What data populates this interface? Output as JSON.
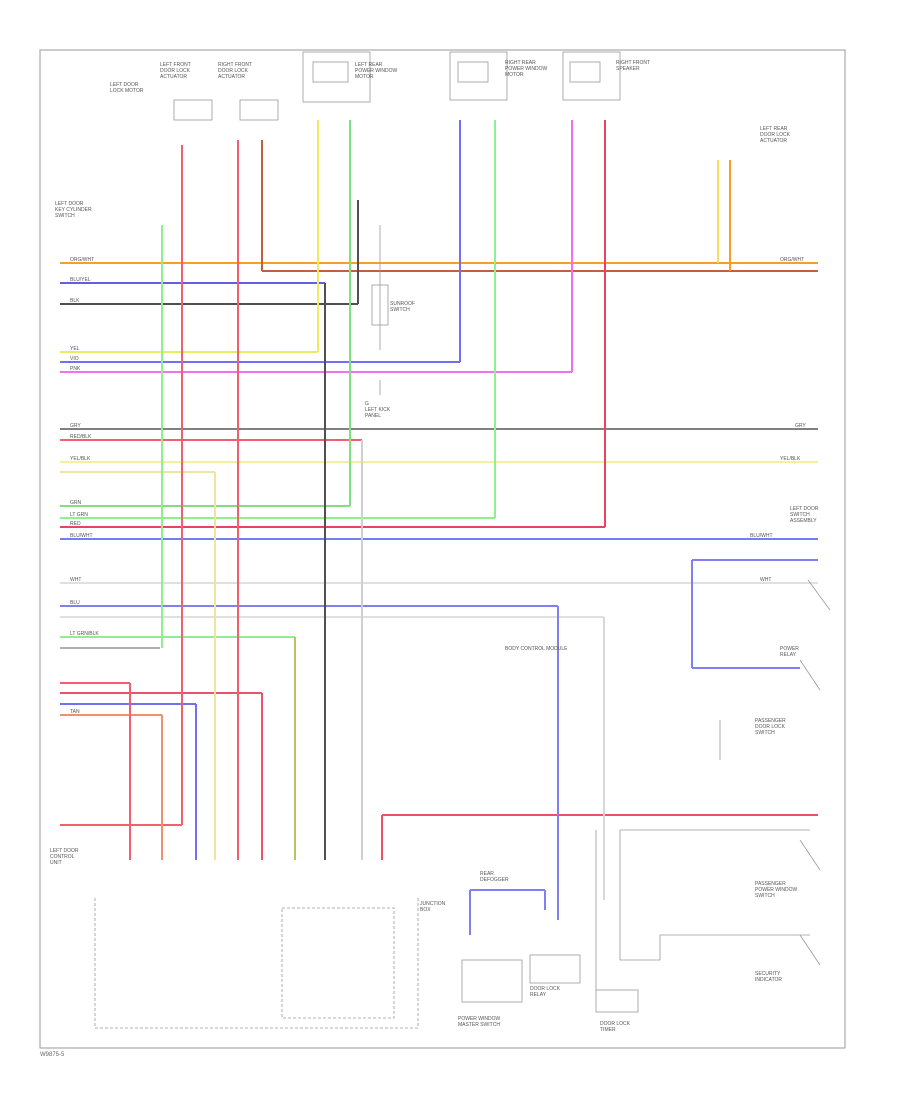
{
  "diagram": {
    "footer_code": "W9875-5",
    "components": {
      "lf_door_lock_actuator": [
        "LEFT FRONT",
        "DOOR LOCK",
        "ACTUATOR"
      ],
      "rf_door_lock_actuator": [
        "RIGHT FRONT",
        "DOOR LOCK",
        "ACTUATOR"
      ],
      "left_door_lock_motor": [
        "LEFT DOOR",
        "LOCK MOTOR"
      ],
      "left_door_key_cylinder": [
        "LEFT DOOR",
        "KEY CYLINDER",
        "SWITCH"
      ],
      "lr_power_window_motor": [
        "LEFT REAR",
        "POWER WINDOW",
        "MOTOR"
      ],
      "rr_power_window_motor": [
        "RIGHT REAR",
        "POWER WINDOW",
        "MOTOR"
      ],
      "right_front_speaker": [
        "RIGHT FRONT",
        "SPEAKER"
      ],
      "ground_note": [
        "G",
        "LEFT KICK",
        "PANEL"
      ],
      "rear_door_actuator": [
        "LEFT REAR",
        "DOOR LOCK",
        "ACTUATOR"
      ],
      "sunroof_note": [
        "SUNROOF",
        "SWITCH"
      ],
      "left_door_switch": [
        "LEFT DOOR",
        "SWITCH",
        "ASSEMBLY"
      ],
      "passenger_switch": [
        "PASSENGER",
        "DOOR LOCK",
        "SWITCH"
      ],
      "passenger_switch_2": [
        "PASSENGER",
        "POWER WINDOW",
        "SWITCH"
      ],
      "junction_box": [
        "JUNCTION",
        "BOX"
      ],
      "lf_door_control_unit": [
        "LEFT DOOR",
        "CONTROL",
        "UNIT"
      ],
      "rear_defogger": [
        "REAR",
        "DEFOGGER"
      ],
      "relay": [
        "POWER",
        "RELAY"
      ],
      "body_control_module": [
        "BODY CONTROL MODULE"
      ],
      "bottom_center_left": [
        "POWER WINDOW",
        "MASTER SWITCH"
      ],
      "bottom_center_right": [
        "DOOR LOCK",
        "RELAY"
      ],
      "bottom_right_label": [
        "DOOR LOCK",
        "TIMER"
      ],
      "bottom_far_right": [
        "SECURITY",
        "INDICATOR"
      ]
    },
    "wire_labels": {
      "orange": "ORG/WHT",
      "blue": "BLU/YEL",
      "black": "BLK",
      "yellow": "YEL",
      "violet": "VIO",
      "pink": "PNK",
      "gray": "GRY",
      "red": "RED/BLK",
      "lt_yellow": "YEL/BLK",
      "green": "GRN",
      "lt_green": "LT GRN",
      "red2": "RED",
      "blue2": "BLU/WHT",
      "white": "WHT",
      "blue3": "BLU",
      "lt_green2": "LT GRN/BLK",
      "tan": "TAN"
    }
  }
}
